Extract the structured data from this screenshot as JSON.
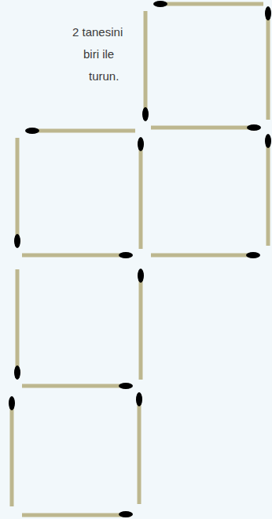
{
  "diagram": {
    "labels": [
      "2 tanesini",
      "biri ile",
      "turun."
    ]
  }
}
